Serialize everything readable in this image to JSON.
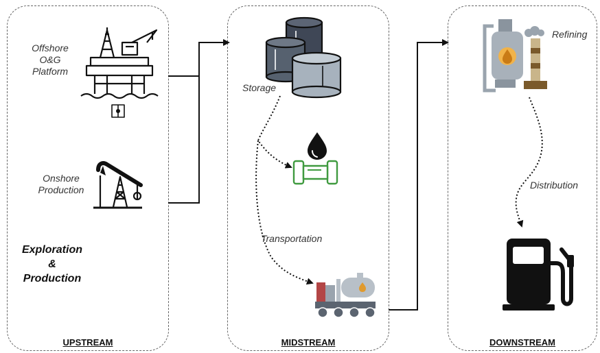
{
  "panels": {
    "upstream": {
      "title": "UPSTREAM"
    },
    "midstream": {
      "title": "MIDSTREAM"
    },
    "downstream": {
      "title": "DOWNSTREAM"
    }
  },
  "labels": {
    "offshore": [
      "Offshore",
      "O&G",
      "Platform"
    ],
    "onshore": [
      "Onshore",
      "Production"
    ],
    "exploration": [
      "Exploration",
      "&",
      "Production"
    ],
    "storage": "Storage",
    "transportation": "Transportation",
    "refining": "Refining",
    "distribution": "Distribution"
  },
  "icons": {
    "offshore": "offshore-platform-icon",
    "onshore": "pumpjack-icon",
    "storage": "storage-tanks-icon",
    "droplet": "oil-droplet-icon",
    "pipe": "pipeline-icon",
    "truck": "tanker-truck-icon",
    "refinery": "refinery-icon",
    "fuel": "fuel-pump-icon"
  }
}
